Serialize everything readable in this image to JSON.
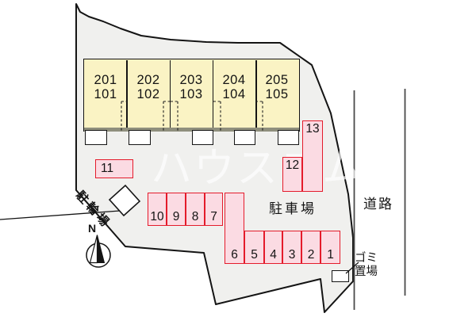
{
  "building": {
    "units": [
      {
        "upper": "201",
        "lower": "101"
      },
      {
        "upper": "202",
        "lower": "102"
      },
      {
        "upper": "203",
        "lower": "103"
      },
      {
        "upper": "204",
        "lower": "104"
      },
      {
        "upper": "205",
        "lower": "105"
      }
    ]
  },
  "parking": {
    "area_label": "駐車場",
    "spaces": [
      "1",
      "2",
      "3",
      "4",
      "5",
      "6",
      "7",
      "8",
      "9",
      "10",
      "11",
      "12",
      "13"
    ]
  },
  "labels": {
    "road": "道路",
    "garbage_line1": "ゴミ",
    "garbage_line2": "置場",
    "bicycle_parking": "駐輪場",
    "north": "N"
  },
  "watermark": "ハウスコム",
  "colors": {
    "space_fill": "#fbdbe3",
    "space_border": "#e41b2b",
    "building_fill": "#faf3c4",
    "building_edge": "#8f8f7d",
    "site_fill": "#f0f0ee",
    "outline": "#141414"
  }
}
